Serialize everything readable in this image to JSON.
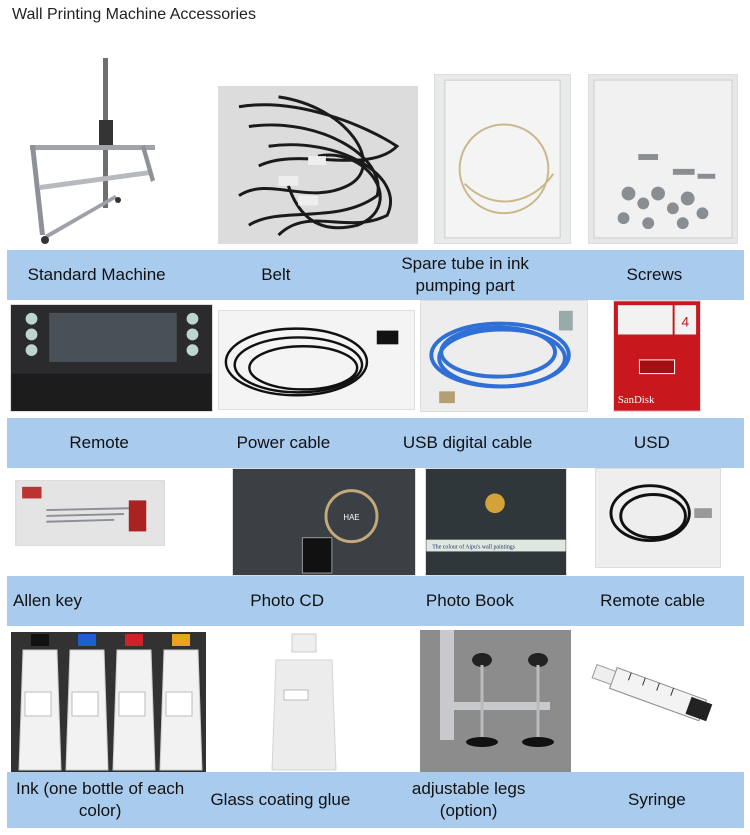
{
  "page_title": "Wall Printing Machine Accessories",
  "rows": [
    {
      "items": [
        {
          "label": "Standard Machine",
          "icon": "standard-machine-image"
        },
        {
          "label": "Belt",
          "icon": "belt-image"
        },
        {
          "label": "Spare tube in ink pumping part",
          "icon": "spare-tube-image"
        },
        {
          "label": "Screws",
          "icon": "screws-image"
        }
      ]
    },
    {
      "items": [
        {
          "label": "Remote",
          "icon": "remote-image"
        },
        {
          "label": "Power cable",
          "icon": "power-cable-image"
        },
        {
          "label": "USB digital cable",
          "icon": "usb-cable-image"
        },
        {
          "label": "USD",
          "icon": "usd-image"
        }
      ]
    },
    {
      "items": [
        {
          "label": "Allen key",
          "icon": "allen-key-image"
        },
        {
          "label": "Photo CD",
          "icon": "photo-cd-image"
        },
        {
          "label": "Photo Book",
          "icon": "photo-book-image"
        },
        {
          "label": "Remote cable",
          "icon": "remote-cable-image"
        }
      ]
    },
    {
      "items": [
        {
          "label": "Ink (one bottle of each color)",
          "icon": "ink-bottles-image"
        },
        {
          "label": "Glass coating glue",
          "icon": "glue-bottle-image"
        },
        {
          "label": "adjustable legs (option)",
          "icon": "adjustable-legs-image"
        },
        {
          "label": "Syringe",
          "icon": "syringe-image"
        }
      ]
    }
  ],
  "product_text": {
    "sandisk_brand": "SanDisk",
    "sd_capacity": "4",
    "book_caption": "The colour of Aipu's wall paintings",
    "cd_logo": "HAE"
  },
  "ink_colors": [
    "#111111",
    "#1d5fd1",
    "#d0202a",
    "#e7a51c"
  ]
}
